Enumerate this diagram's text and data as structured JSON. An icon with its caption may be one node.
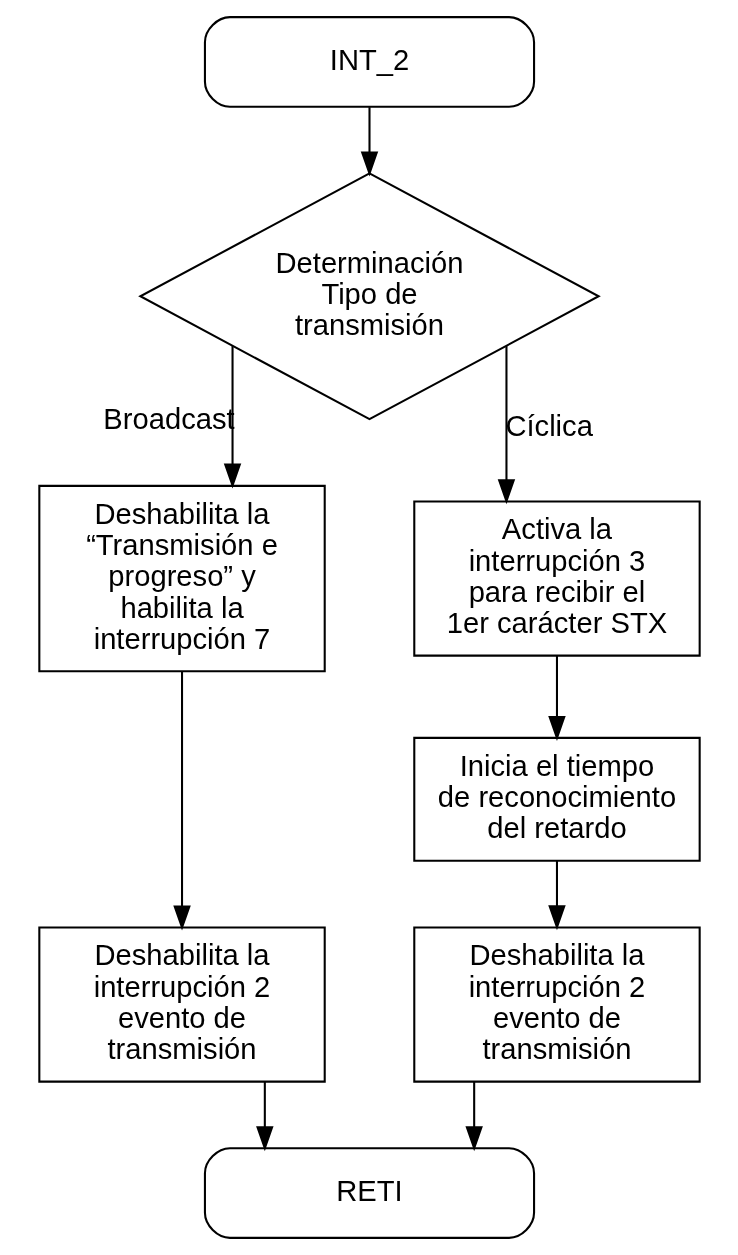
{
  "diagram": {
    "nodes": [
      {
        "text": [
          "INT_2"
        ]
      },
      {
        "text": [
          "Determinación Tipo de transmisión"
        ]
      },
      {
        "text": [
          "Deshabilita la “Transmisión e progreso” y habilita la interrupción 7"
        ]
      },
      {
        "text": [
          "Deshabilita la interrupción 2 evento de transmisión"
        ]
      },
      {
        "text": [
          "Activa la interrupción 3 para recibir el 1er carácter STX"
        ]
      },
      {
        "text": [
          "Inicia el tiempo de reconocimiento del retardo"
        ]
      },
      {
        "text": [
          "Deshabilita la interrupción 2 evento de transmisión"
        ]
      },
      {
        "text": [
          "RETI"
        ]
      }
    ],
    "edges": [
      {
        "from": 0,
        "to": 1,
        "arrow": "to"
      },
      {
        "from": 1,
        "to": 2,
        "arrow": "to",
        "label": "Broadcast"
      },
      {
        "from": 2,
        "to": 3,
        "arrow": "to"
      },
      {
        "from": 1,
        "to": 4,
        "arrow": "to",
        "label": "Cíclica"
      },
      {
        "from": 4,
        "to": 5,
        "arrow": "to"
      },
      {
        "from": 5,
        "to": 6,
        "arrow": "to"
      },
      {
        "from": 3,
        "to": 7,
        "arrow": "to"
      },
      {
        "from": 6,
        "to": 7,
        "arrow": "to"
      }
    ]
  }
}
